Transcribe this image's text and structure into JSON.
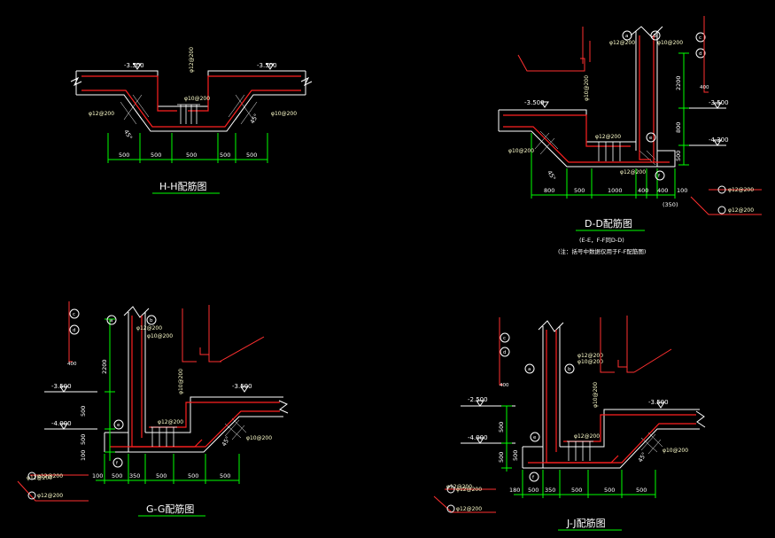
{
  "colors": {
    "background": "#000000",
    "concrete": "#ffffff",
    "rebar": "#ff2020",
    "dimension": "#00ff00",
    "leader": "#ff3030",
    "hatch": "#ffffff"
  },
  "views": {
    "hh": {
      "title": "H-H配筋图",
      "level_left": "-3.500",
      "level_right": "-3.500",
      "dims": [
        "500",
        "500",
        "500",
        "500",
        "500"
      ],
      "labels": [
        "φ12@200",
        "φ10@200",
        "φ12@200",
        "φ10@200"
      ],
      "angle_left": "45°",
      "angle_right": "45°"
    },
    "dd": {
      "title": "D-D配筋图",
      "subtitle_1": "(E-E，F-F同D-D)",
      "subtitle_2": "(注：括号中数据仅用于F-F配筋图)",
      "level_top": "-3.500",
      "level_right_top": "-3.500",
      "level_right_bottom": "-4.300",
      "level_mark": "400",
      "dims_bottom": [
        "800",
        "500",
        "1000",
        "400",
        "400",
        "100"
      ],
      "dim_paren": "(350)",
      "dims_vertical": [
        "2200",
        "800",
        "500"
      ],
      "circle_labels": [
        "a",
        "b",
        "c",
        "d",
        "e",
        "f"
      ],
      "rebar_labels": [
        "φ12@200",
        "φ10@200",
        "φ10@200",
        "φ12@200",
        "φ10@200",
        "φ12@200"
      ],
      "legend": [
        "φ12@200",
        "φ12@200"
      ],
      "angle": "45°"
    },
    "gg": {
      "title": "G-G配筋图",
      "level_left_top": "-3.500",
      "level_left_bottom": "-4.000",
      "level_right": "-3.500",
      "level_mark": "400",
      "dims_bottom": [
        "100",
        "500",
        "350",
        "500",
        "500",
        "500"
      ],
      "dims_vertical": [
        "2200",
        "500",
        "500",
        "100"
      ],
      "circle_labels": [
        "a",
        "b",
        "c",
        "d",
        "e",
        "f"
      ],
      "rebar_labels": [
        "φ12@200",
        "φ10@200",
        "φ10@200",
        "φ12@200",
        "φ10@200",
        "φ12@200"
      ],
      "legend": [
        "φ12@200",
        "φ12@200"
      ],
      "angle": "45°"
    },
    "jj": {
      "title": "J-J配筋图",
      "level_left_top": "-2.500",
      "level_left_bottom": "-4.000",
      "level_right": "-3.500",
      "level_mark": "400",
      "dims_bottom": [
        "180",
        "500",
        "350",
        "500",
        "500",
        "500"
      ],
      "dims_vertical": [
        "500",
        "500",
        "500"
      ],
      "circle_labels": [
        "a",
        "b",
        "c",
        "d",
        "e",
        "f"
      ],
      "rebar_labels": [
        "φ12@200",
        "φ10@200",
        "φ10@200",
        "φ12@200",
        "φ10@200",
        "φ12@200"
      ],
      "legend": [
        "φ12@200",
        "φ12@200"
      ],
      "angle": "45°"
    }
  }
}
